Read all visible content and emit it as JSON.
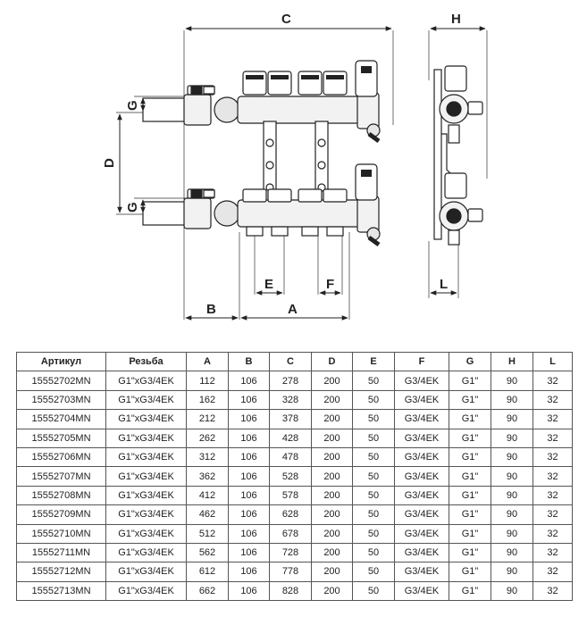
{
  "dimension_labels": {
    "C": "C",
    "H": "H",
    "G_top": "G",
    "G_bottom": "G",
    "D": "D",
    "E": "E",
    "F": "F",
    "L": "L",
    "B": "B",
    "A": "A"
  },
  "table": {
    "headers": [
      "Артикул",
      "Резьба",
      "A",
      "B",
      "C",
      "D",
      "E",
      "F",
      "G",
      "H",
      "L"
    ],
    "rows": [
      [
        "15552702MN",
        "G1\"xG3/4EK",
        "112",
        "106",
        "278",
        "200",
        "50",
        "G3/4EK",
        "G1\"",
        "90",
        "32"
      ],
      [
        "15552703MN",
        "G1\"xG3/4EK",
        "162",
        "106",
        "328",
        "200",
        "50",
        "G3/4EK",
        "G1\"",
        "90",
        "32"
      ],
      [
        "15552704MN",
        "G1\"xG3/4EK",
        "212",
        "106",
        "378",
        "200",
        "50",
        "G3/4EK",
        "G1\"",
        "90",
        "32"
      ],
      [
        "15552705MN",
        "G1\"xG3/4EK",
        "262",
        "106",
        "428",
        "200",
        "50",
        "G3/4EK",
        "G1\"",
        "90",
        "32"
      ],
      [
        "15552706MN",
        "G1\"xG3/4EK",
        "312",
        "106",
        "478",
        "200",
        "50",
        "G3/4EK",
        "G1\"",
        "90",
        "32"
      ],
      [
        "15552707MN",
        "G1\"xG3/4EK",
        "362",
        "106",
        "528",
        "200",
        "50",
        "G3/4EK",
        "G1\"",
        "90",
        "32"
      ],
      [
        "15552708MN",
        "G1\"xG3/4EK",
        "412",
        "106",
        "578",
        "200",
        "50",
        "G3/4EK",
        "G1\"",
        "90",
        "32"
      ],
      [
        "15552709MN",
        "G1\"xG3/4EK",
        "462",
        "106",
        "628",
        "200",
        "50",
        "G3/4EK",
        "G1\"",
        "90",
        "32"
      ],
      [
        "15552710MN",
        "G1\"xG3/4EK",
        "512",
        "106",
        "678",
        "200",
        "50",
        "G3/4EK",
        "G1\"",
        "90",
        "32"
      ],
      [
        "15552711MN",
        "G1\"xG3/4EK",
        "562",
        "106",
        "728",
        "200",
        "50",
        "G3/4EK",
        "G1\"",
        "90",
        "32"
      ],
      [
        "15552712MN",
        "G1\"xG3/4EK",
        "612",
        "106",
        "778",
        "200",
        "50",
        "G3/4EK",
        "G1\"",
        "90",
        "32"
      ],
      [
        "15552713MN",
        "G1\"xG3/4EK",
        "662",
        "106",
        "828",
        "200",
        "50",
        "G3/4EK",
        "G1\"",
        "90",
        "32"
      ]
    ]
  }
}
